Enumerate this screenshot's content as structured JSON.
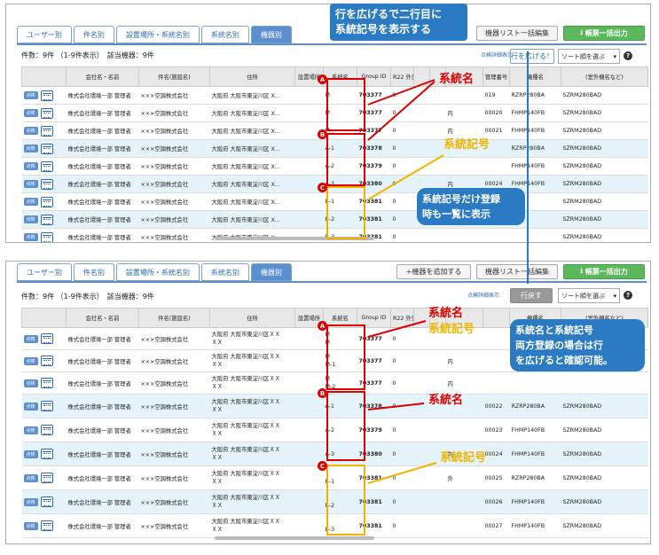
{
  "tabs": [
    "ユーザー別",
    "件名別",
    "設置場所・系統名別",
    "系統名別",
    "機器別"
  ],
  "active_tab": "機器別",
  "p1": {
    "count_text": "件数：9件 （1-9件表示）　該当機器：9件",
    "export_label": "帳票一括出力",
    "device_list_label": "機器リスト一括編集",
    "inspection_link": "点検詳細表示",
    "expand_label": "行を広げる！",
    "sort_placeholder": "ソート順を選ぶ",
    "headers": [
      "会社名・名前",
      "件名(施設名)",
      "住所",
      "設置場所",
      "系統名",
      "Group ID",
      "R22 外分",
      "",
      "",
      "",
      "",
      "管理番号",
      "機種名",
      "(室外機名など)"
    ]
  },
  "p2": {
    "count_text": "件数：9件 （1-9件表示）　該当機器：9件",
    "export_label": "帳票一括出力",
    "device_list_label": "機器リスト一括編集",
    "add_device_label": "+機器を追加する",
    "inspection_link": "点検詳細表示",
    "shrink_label": "行戻す",
    "sort_placeholder": "ソート順を選ぶ",
    "headers": [
      "会社名・名前",
      "件名(施設名)",
      "住所",
      "設置場所",
      "系統名",
      "Group ID",
      "R22 外分",
      "",
      "",
      "",
      "",
      "",
      "機種名",
      "(室外機名など)"
    ]
  },
  "common": {
    "inspect_btn": "点検",
    "company": "株式会社環境一部 管理者",
    "facility": "×××空調株式会社",
    "address_short": "大阪府 大阪市東淀川区 X…",
    "address_line1": "大阪府 大阪市東淀川区ＸＸ",
    "address_line2": "ＸＸ",
    "zero": "0",
    "inner": "内",
    "outer": "外"
  },
  "rows1": [
    {
      "sys": "M",
      "gid": "703377",
      "col": "",
      "num": "019",
      "model": "RZRP280BA",
      "unit": "SZRM280BAD"
    },
    {
      "sys": "M",
      "gid": "703377",
      "col": "内",
      "num": "00020",
      "model": "FHMP140FB",
      "unit": "SZRM280BAD"
    },
    {
      "sys": "M",
      "gid": "703377",
      "col": "内",
      "num": "00021",
      "model": "FHMP140FB",
      "unit": "SZRM280BAD"
    },
    {
      "sys": "A-1",
      "gid": "703378",
      "col": "",
      "num": "",
      "model": "RZRP280BA",
      "unit": "SZRM280BAD"
    },
    {
      "sys": "A-2",
      "gid": "703379",
      "col": "",
      "num": "",
      "model": "FHMP140FB",
      "unit": "SZRM280BAD"
    },
    {
      "sys": "A-3",
      "gid": "703380",
      "col": "内",
      "num": "00024",
      "model": "FHMP140FB",
      "unit": "SZRM280BAD"
    },
    {
      "sys": "B-1",
      "gid": "703381",
      "col": "",
      "num": "",
      "model": "",
      "unit": "SZRM280BAD"
    },
    {
      "sys": "B-2",
      "gid": "703381",
      "col": "",
      "num": "",
      "model": "",
      "unit": "SZRM280BAD"
    },
    {
      "sys": "B-3",
      "gid": "703381",
      "col": "",
      "num": "",
      "model": "",
      "unit": "SZRM280BAD"
    }
  ],
  "rows2": [
    {
      "sys1": "M",
      "sys2": "M",
      "gid": "703377",
      "col": "",
      "num": "",
      "model": "",
      "unit": ""
    },
    {
      "sys1": "M",
      "sys2": "M-1",
      "gid": "703377",
      "col": "内",
      "num": "",
      "model": "",
      "unit": ""
    },
    {
      "sys1": "M",
      "sys2": "M-2",
      "gid": "703377",
      "col": "内",
      "num": "",
      "model": "",
      "unit": ""
    },
    {
      "sys1": "A-1",
      "sys2": "",
      "gid": "703378",
      "col": "",
      "num": "00022",
      "model": "RZRP280BA",
      "unit": "SZRM280BAD"
    },
    {
      "sys1": "A-2",
      "sys2": "",
      "gid": "703379",
      "col": "",
      "num": "00023",
      "model": "FHMP140FB",
      "unit": "SZRM280BAD"
    },
    {
      "sys1": "A-3",
      "sys2": "",
      "gid": "703380",
      "col": "内",
      "num": "00024",
      "model": "FHMP140FB",
      "unit": "SZRM280BAD"
    },
    {
      "sys1": "",
      "sys2": "B-1",
      "gid": "703381",
      "col": "外",
      "num": "00025",
      "model": "RZRP280BA",
      "unit": "SZRM280BAD"
    },
    {
      "sys1": "",
      "sys2": "B-2",
      "gid": "703381",
      "col": "",
      "num": "00026",
      "model": "FHMP140FB",
      "unit": "SZRM280BAD"
    },
    {
      "sys1": "",
      "sys2": "B-3",
      "gid": "703381",
      "col": "",
      "num": "00027",
      "model": "FHMP140FB",
      "unit": "SZRM280BAD"
    }
  ],
  "annotations": {
    "top_bubble_line1": "行を広げるで二行目に",
    "top_bubble_line2": "系統記号を表示する",
    "sys_name": "系統名",
    "sys_code": "系統記号",
    "mid_bubble_line1": "系統記号だけ登録",
    "mid_bubble_line2": "時も一覧に表示",
    "right_bubble_line1": "系統名と系統記号",
    "right_bubble_line2": "両方登録の場合は行",
    "right_bubble_line3": "を広げると確認可能。",
    "badge_a": "A",
    "badge_b": "B",
    "badge_c": "C"
  },
  "colors": {
    "accent": "#5b8fd0",
    "red": "#d00000",
    "yellow": "#f0b400",
    "bubble": "#2a7bc4",
    "green": "#5cb85c"
  }
}
